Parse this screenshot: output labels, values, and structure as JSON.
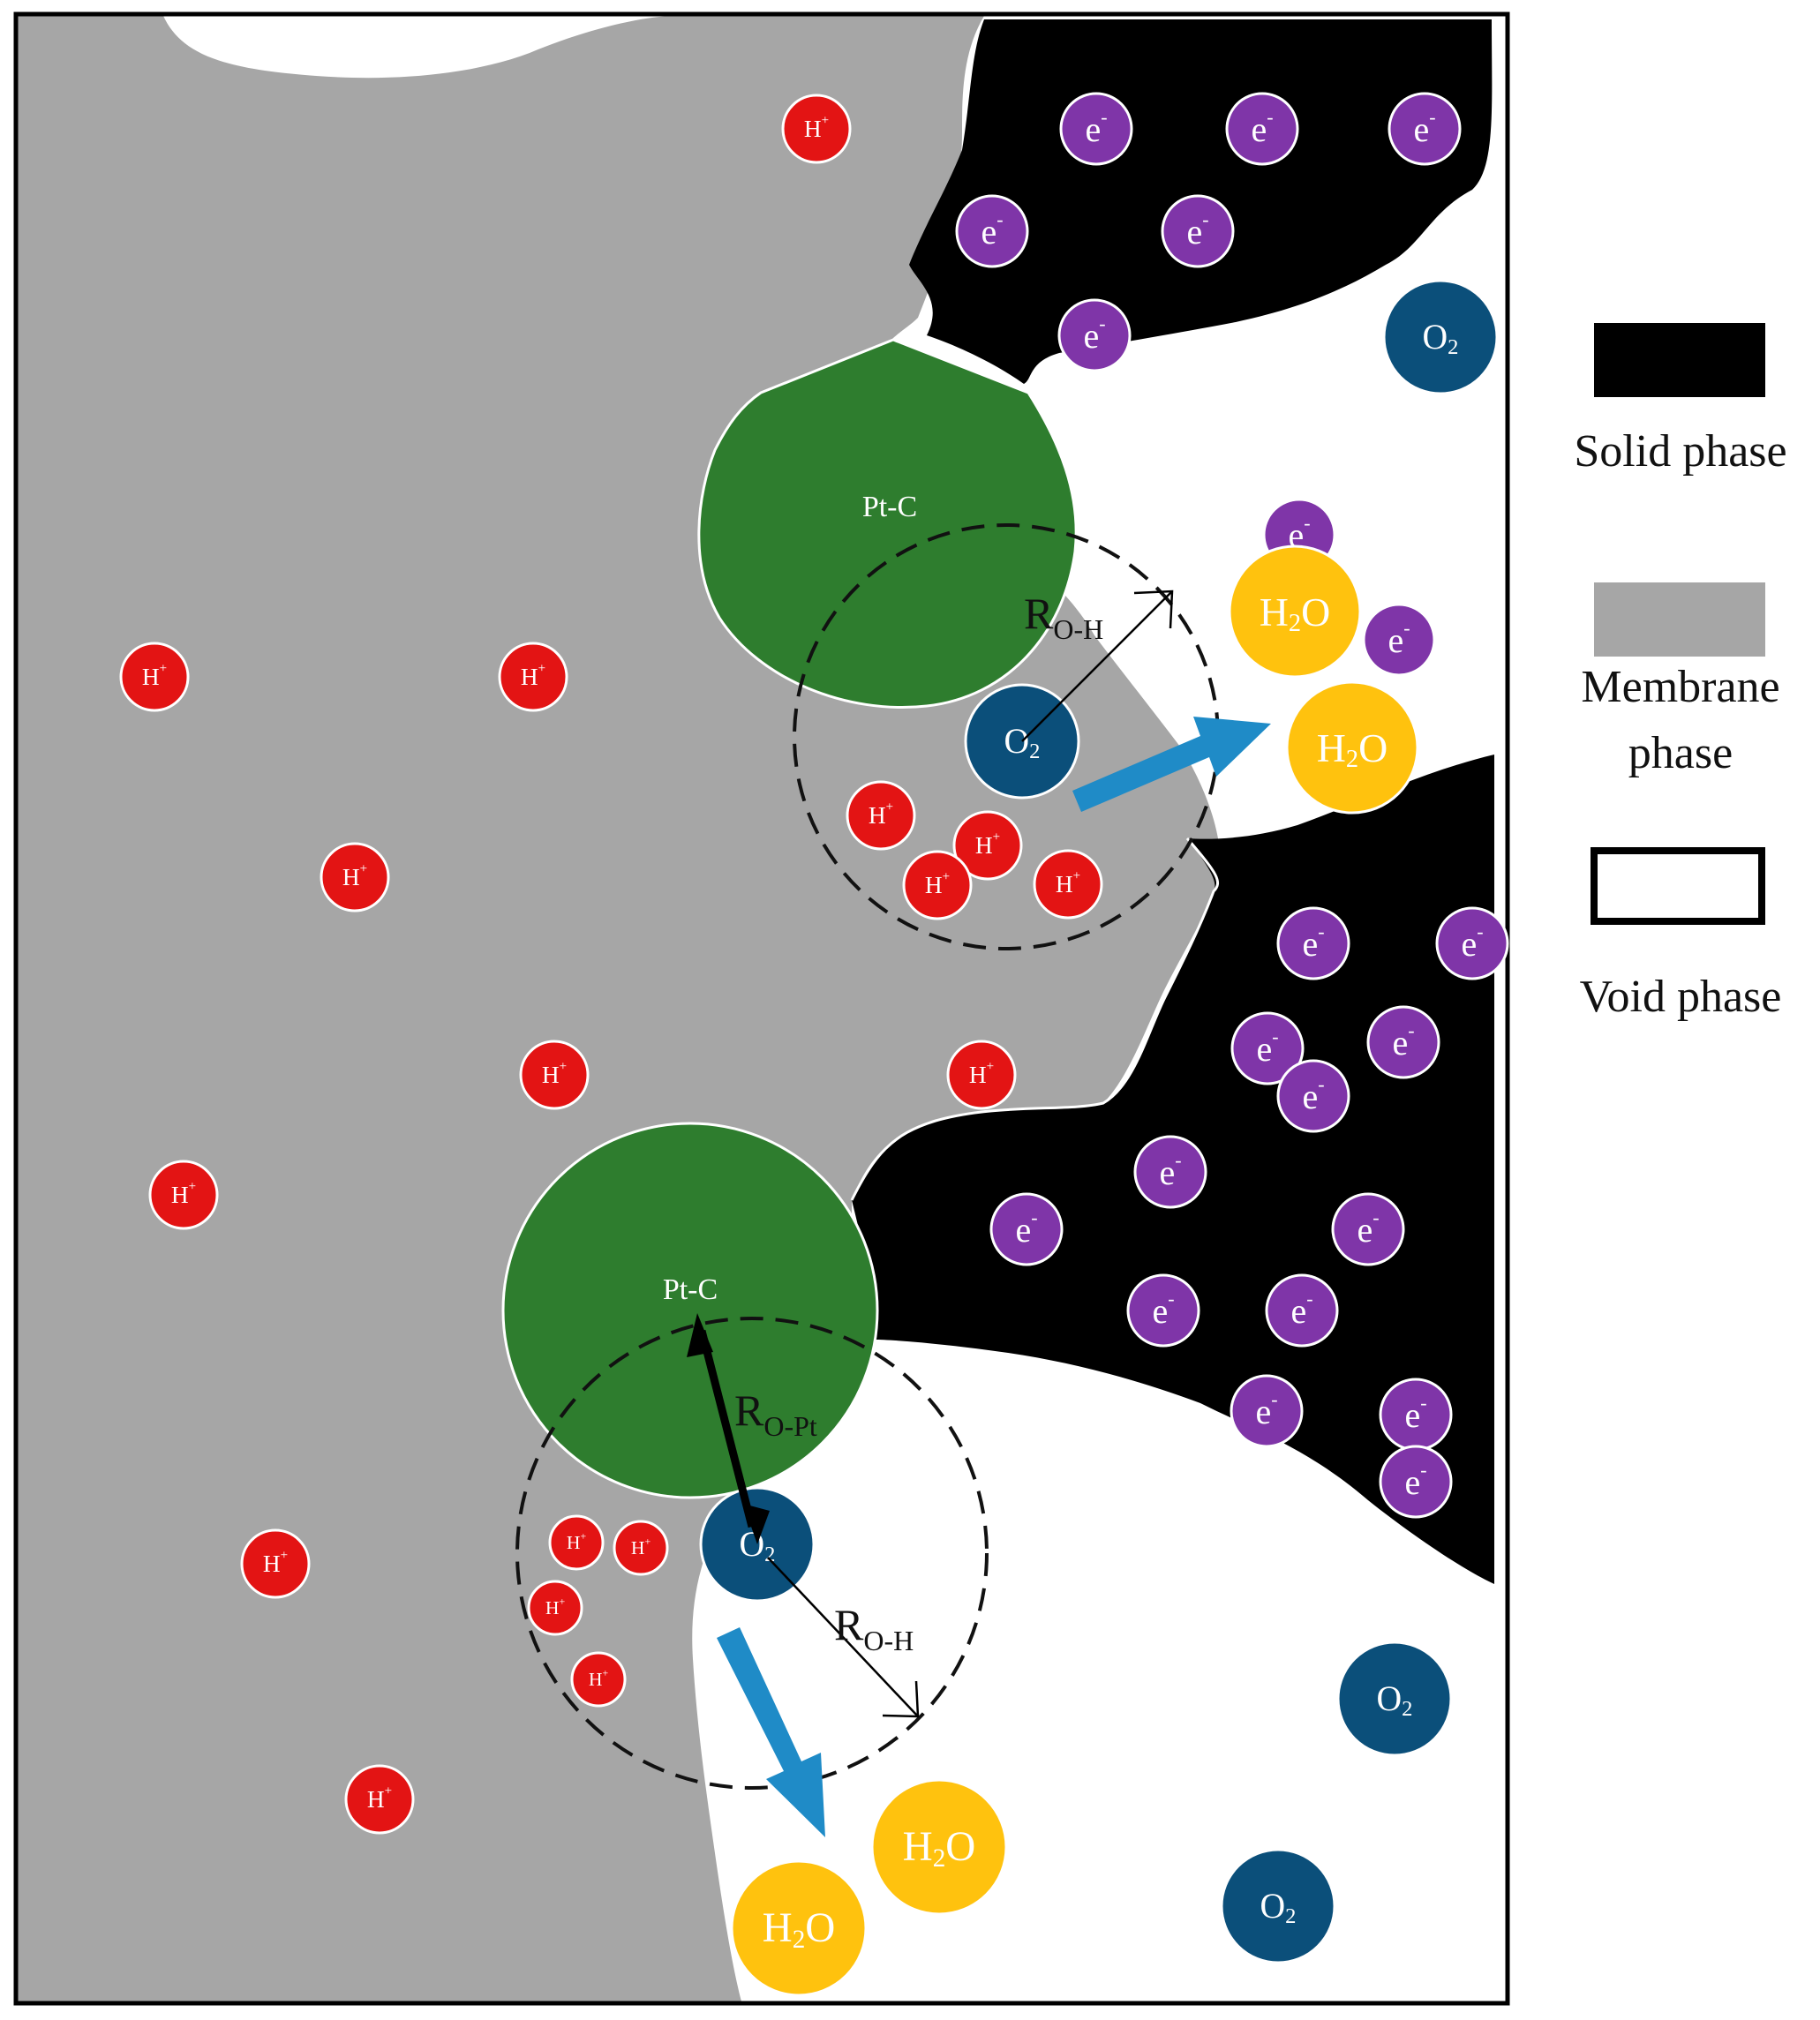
{
  "particles": {
    "proton": {
      "symbol": "H",
      "charge": "+",
      "color": "#e31414"
    },
    "electron": {
      "symbol": "e",
      "charge": "-",
      "color": "#7f35a8"
    },
    "oxygen": {
      "symbol": "O",
      "subscript": "2",
      "color": "#0b4f7a"
    },
    "water": {
      "symbol": "H",
      "subscript": "2",
      "suffix": "O",
      "color": "#ffc20e"
    }
  },
  "catalyst": {
    "label": "Pt-C",
    "color": "#2e7d2e"
  },
  "annotations": {
    "r_oh": {
      "main": "R",
      "sub": "O-H"
    },
    "r_opt": {
      "main": "R",
      "sub": "O-Pt"
    }
  },
  "legend": {
    "solid": {
      "label": "Solid phase",
      "color": "#000000"
    },
    "membrane": {
      "line1": "Membrane",
      "line2": "phase",
      "color": "#a6a6a6"
    },
    "void": {
      "label": "Void phase",
      "color": "#ffffff"
    }
  },
  "arrow_color": "#1f8bc7"
}
